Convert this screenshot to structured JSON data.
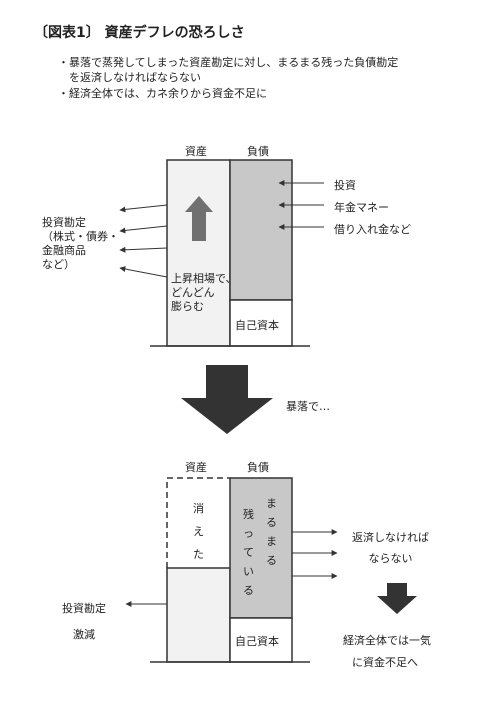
{
  "title": "〔図表1〕 資産デフレの恐ろしさ",
  "bullets": [
    "・暴落で蒸発してしまった資産勘定に対し、まるまる残った負債勘定",
    "　を返済しなければならない",
    "・経済全体では、カネ余りから資金不足に"
  ],
  "top": {
    "asset_header": "資産",
    "liability_header": "負債",
    "liability_items": [
      "投資",
      "年金マネー",
      "借り入れ金など"
    ],
    "asset_items": [
      "投資勘定",
      "（株式・債券・",
      "金融商品",
      "など）"
    ],
    "asset_inside": [
      "上昇相場で、",
      "どんどん",
      "膨らむ"
    ],
    "equity": "自己資本"
  },
  "crash_label": "暴落で…",
  "bottom": {
    "asset_header": "資産",
    "liability_header": "負債",
    "vanished": [
      "消",
      "え",
      "た"
    ],
    "remaining_col1": [
      "残",
      "っ",
      "て",
      "い",
      "る"
    ],
    "remaining_col2": [
      "ま",
      "る",
      "ま",
      "る"
    ],
    "equity": "自己資本",
    "asset_shrink": [
      "投資勘定",
      "激減"
    ],
    "repay": [
      "返済しなければ",
      "ならない"
    ],
    "shortage": [
      "経済全体では一気",
      "に資金不足へ"
    ]
  },
  "colors": {
    "liability_fill": "#c8c8c8",
    "asset_fill": "#f2f2f2",
    "arrow_dark": "#333333",
    "up_arrow": "#707070"
  }
}
